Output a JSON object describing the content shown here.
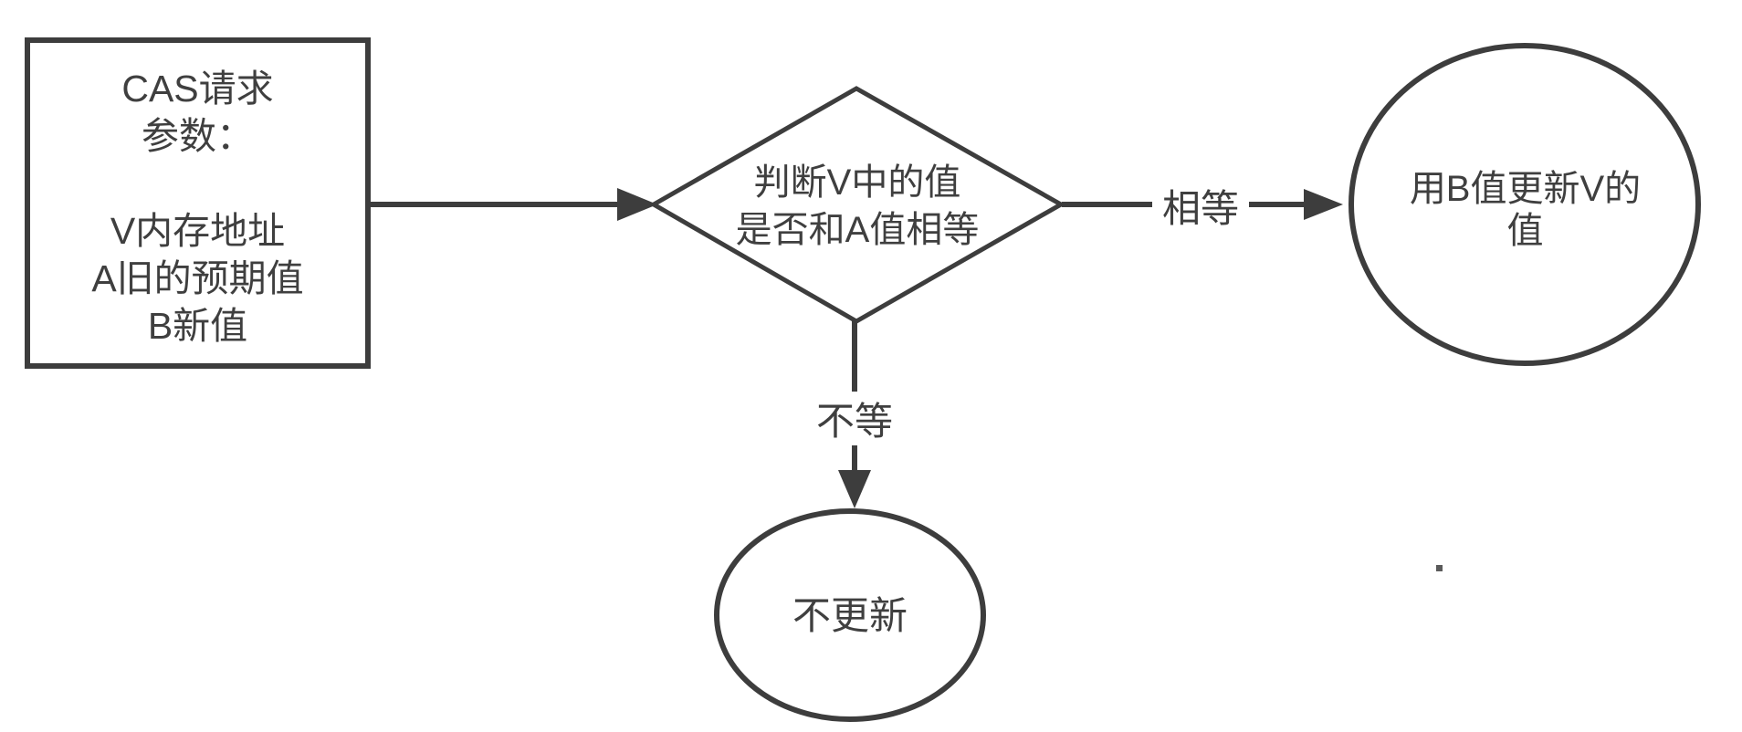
{
  "diagram": {
    "type": "flowchart",
    "background_color": "#ffffff",
    "stroke_color": "#3d3d3d",
    "text_color": "#3f3f3f",
    "nodes": {
      "request_box": {
        "shape": "rectangle",
        "lines": [
          "CAS请求",
          "参数：",
          "",
          "V内存地址",
          "A旧的预期值",
          "B新值"
        ]
      },
      "decision_diamond": {
        "shape": "diamond",
        "lines": [
          "判断V中的值",
          "是否和A值相等"
        ]
      },
      "update_circle": {
        "shape": "circle",
        "lines": [
          "用B值更新V的",
          "值"
        ]
      },
      "no_update_ellipse": {
        "shape": "ellipse",
        "lines": [
          "不更新"
        ]
      }
    },
    "edges": {
      "request_to_decision": {
        "label": ""
      },
      "decision_to_update": {
        "label": "相等"
      },
      "decision_to_no_update": {
        "label": "不等"
      }
    }
  }
}
